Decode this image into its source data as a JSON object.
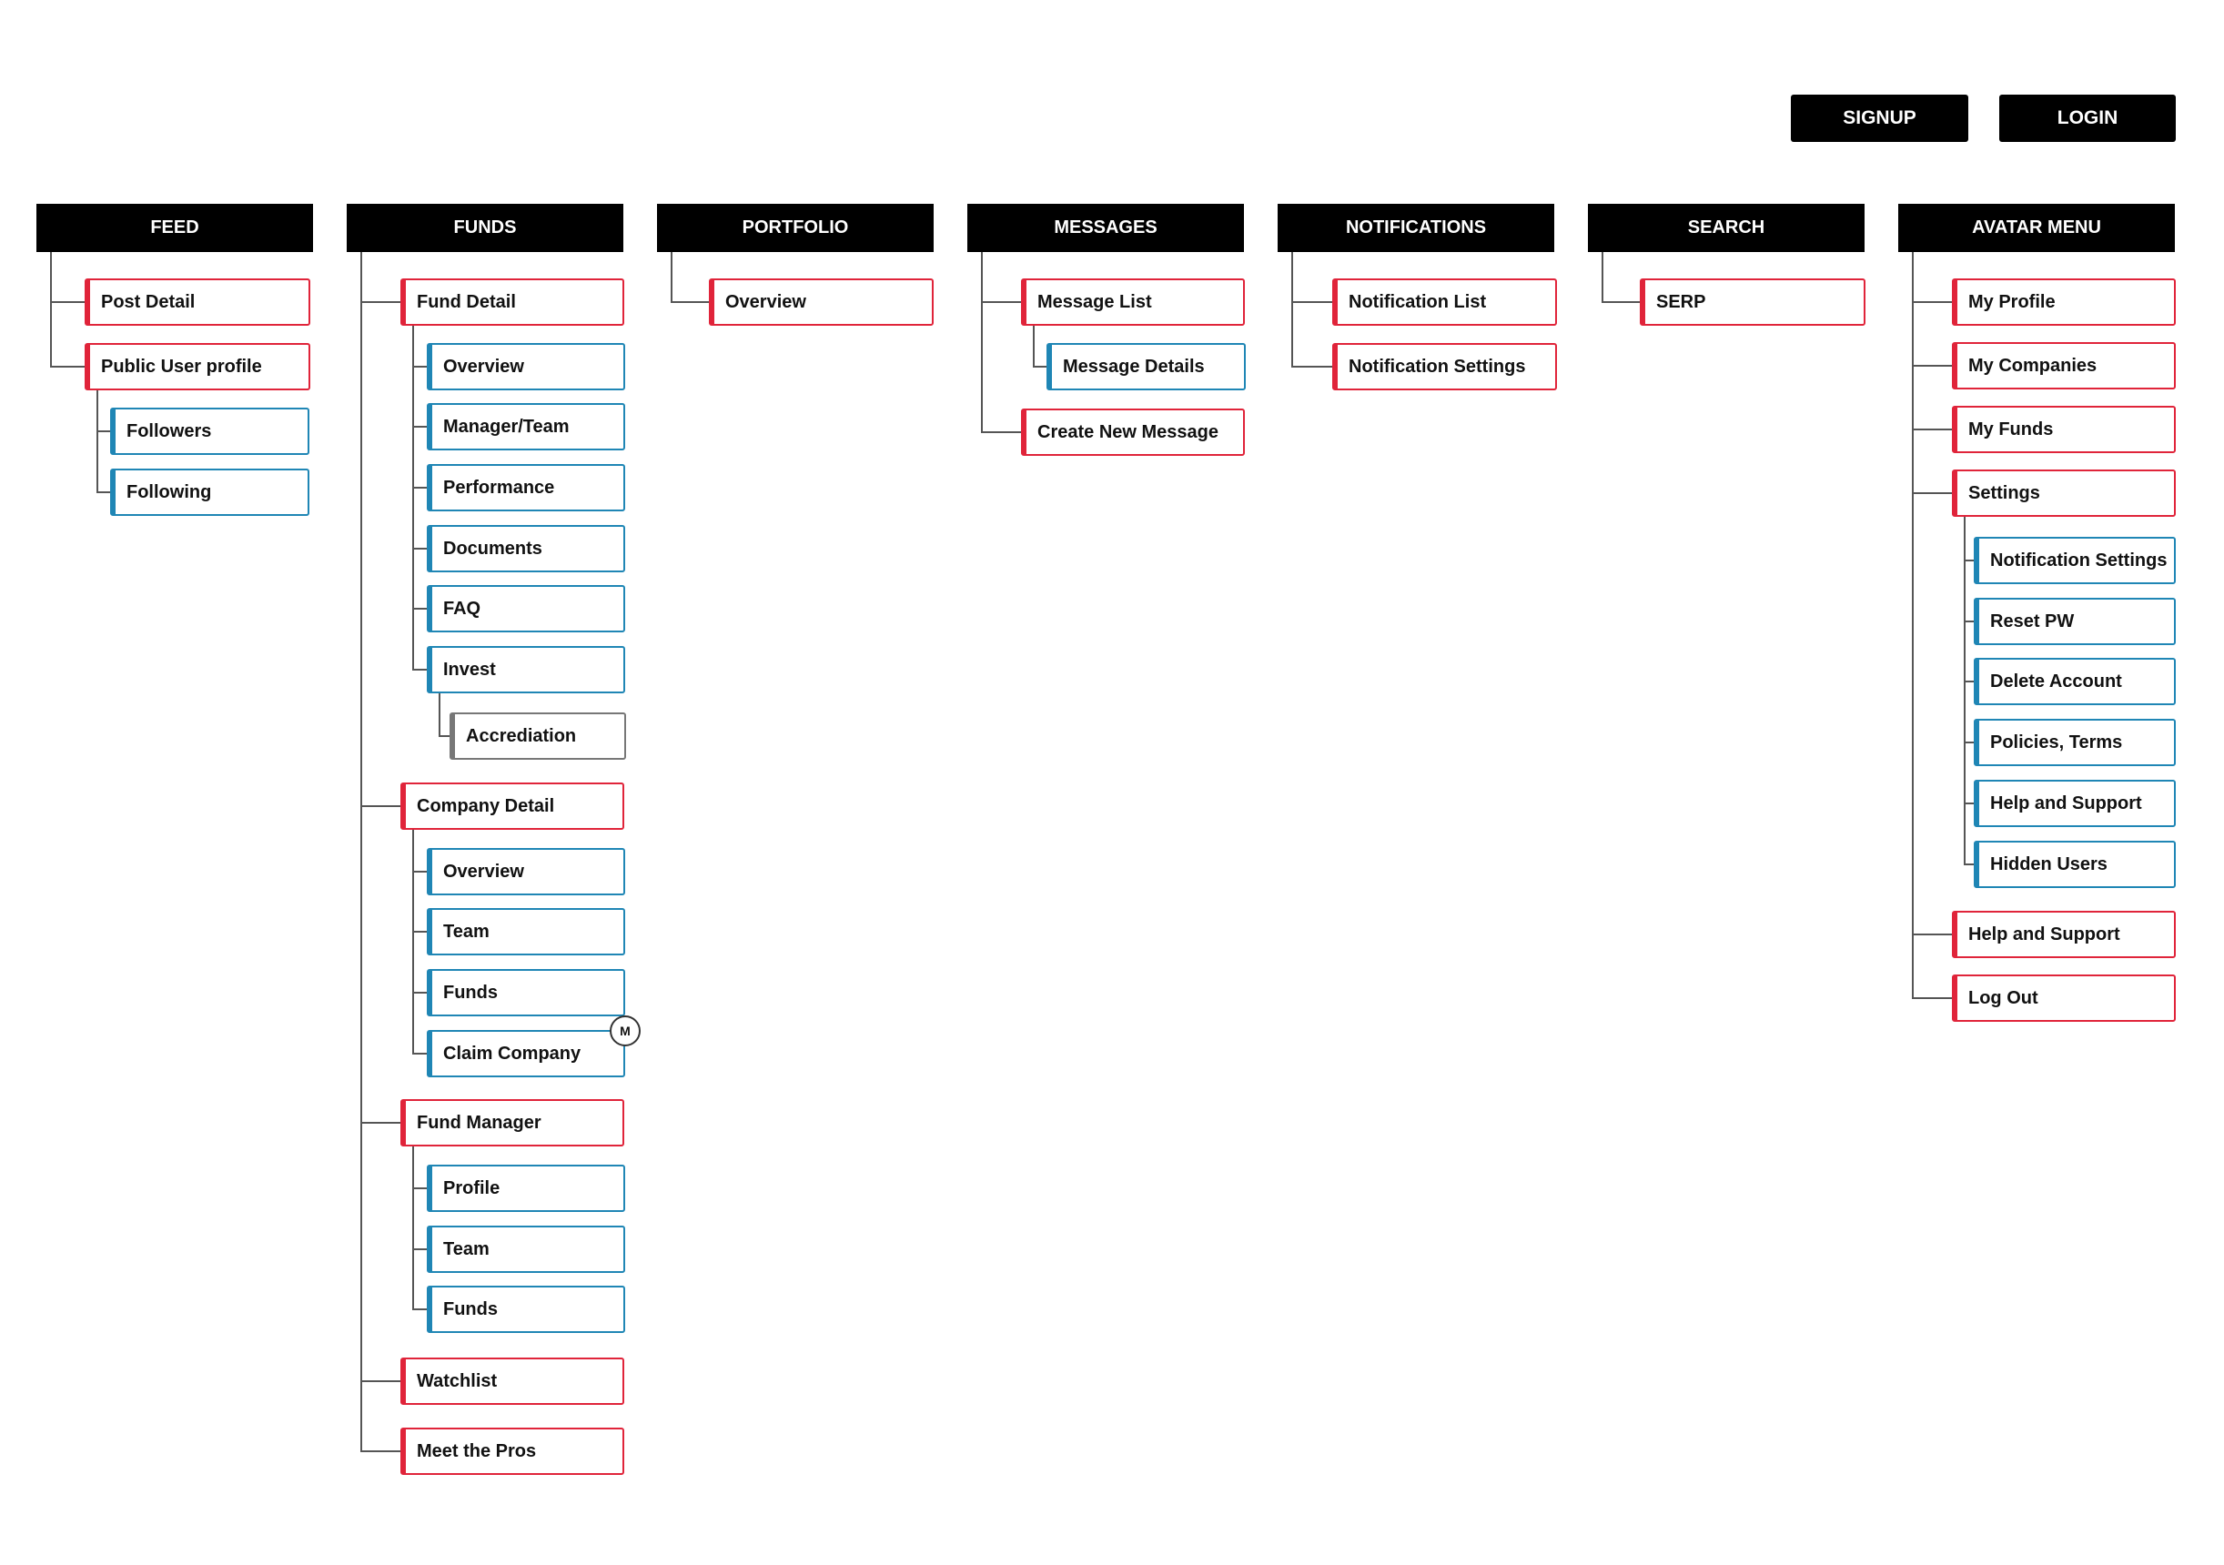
{
  "header_buttons": [
    {
      "id": "signup",
      "label": "SIGNUP"
    },
    {
      "id": "login",
      "label": "LOGIN"
    }
  ],
  "badge_label": "M",
  "columns": [
    {
      "id": "feed",
      "title": "FEED",
      "items": [
        {
          "label": "Post Detail",
          "color": "red"
        },
        {
          "label": "Public User profile",
          "color": "red",
          "children": [
            {
              "label": "Followers",
              "color": "blue"
            },
            {
              "label": "Following",
              "color": "blue"
            }
          ]
        }
      ]
    },
    {
      "id": "funds",
      "title": "FUNDS",
      "items": [
        {
          "label": "Fund Detail",
          "color": "red",
          "children": [
            {
              "label": "Overview",
              "color": "blue"
            },
            {
              "label": "Manager/Team",
              "color": "blue"
            },
            {
              "label": "Performance",
              "color": "blue"
            },
            {
              "label": "Documents",
              "color": "blue"
            },
            {
              "label": "FAQ",
              "color": "blue"
            },
            {
              "label": "Invest",
              "color": "blue",
              "children": [
                {
                  "label": "Accrediation",
                  "color": "gray"
                }
              ]
            }
          ]
        },
        {
          "label": "Company Detail",
          "color": "red",
          "children": [
            {
              "label": "Overview",
              "color": "blue"
            },
            {
              "label": "Team",
              "color": "blue"
            },
            {
              "label": "Funds",
              "color": "blue"
            },
            {
              "label": "Claim Company",
              "color": "blue",
              "badge": true
            }
          ]
        },
        {
          "label": "Fund Manager",
          "color": "red",
          "children": [
            {
              "label": "Profile",
              "color": "blue"
            },
            {
              "label": "Team",
              "color": "blue"
            },
            {
              "label": "Funds",
              "color": "blue"
            }
          ]
        },
        {
          "label": "Watchlist",
          "color": "red"
        },
        {
          "label": "Meet the Pros",
          "color": "red"
        }
      ]
    },
    {
      "id": "portfolio",
      "title": "PORTFOLIO",
      "items": [
        {
          "label": "Overview",
          "color": "red"
        }
      ]
    },
    {
      "id": "messages",
      "title": "MESSAGES",
      "items": [
        {
          "label": "Message List",
          "color": "red",
          "children": [
            {
              "label": "Message Details",
              "color": "blue"
            }
          ]
        },
        {
          "label": "Create New Message",
          "color": "red"
        }
      ]
    },
    {
      "id": "notifications",
      "title": "NOTIFICATIONS",
      "items": [
        {
          "label": "Notification List",
          "color": "red"
        },
        {
          "label": "Notification Settings",
          "color": "red"
        }
      ]
    },
    {
      "id": "search",
      "title": "SEARCH",
      "items": [
        {
          "label": "SERP",
          "color": "red"
        }
      ]
    },
    {
      "id": "avatar-menu",
      "title": "AVATAR MENU",
      "items": [
        {
          "label": "My Profile",
          "color": "red"
        },
        {
          "label": "My Companies",
          "color": "red"
        },
        {
          "label": "My Funds",
          "color": "red"
        },
        {
          "label": "Settings",
          "color": "red",
          "children": [
            {
              "label": "Notification Settings",
              "color": "blue"
            },
            {
              "label": "Reset PW",
              "color": "blue"
            },
            {
              "label": "Delete Account",
              "color": "blue"
            },
            {
              "label": "Policies, Terms",
              "color": "blue"
            },
            {
              "label": "Help and Support",
              "color": "blue"
            },
            {
              "label": "Hidden Users",
              "color": "blue"
            }
          ]
        },
        {
          "label": "Help and Support",
          "color": "red"
        },
        {
          "label": "Log Out",
          "color": "red"
        }
      ]
    }
  ]
}
